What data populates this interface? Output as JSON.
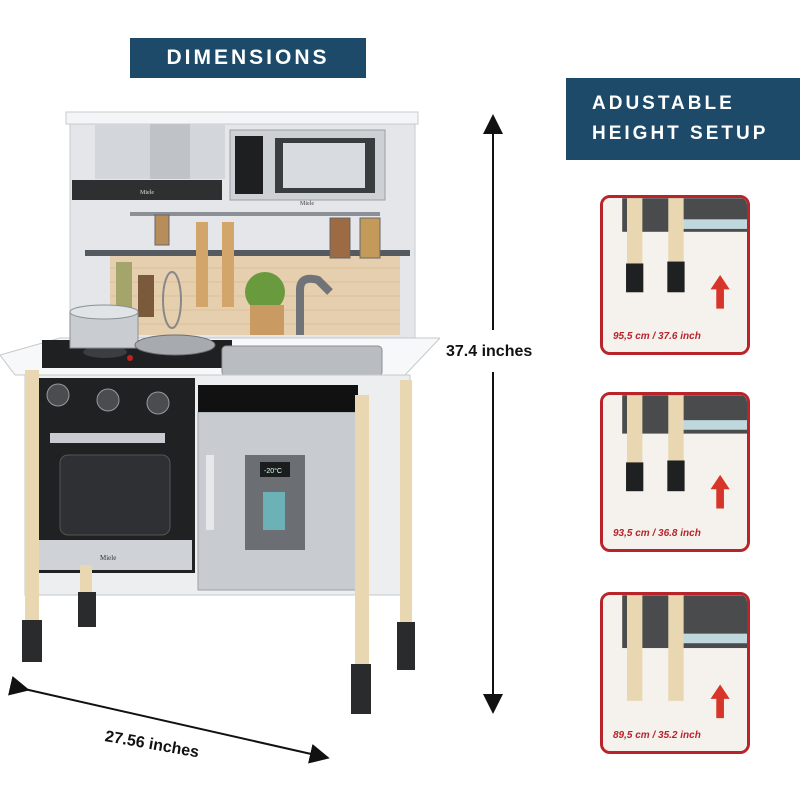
{
  "banners": {
    "dimensions": "DIMENSIONS",
    "adjustable_line1": "ADUSTABLE",
    "adjustable_line2": "HEIGHT SETUP"
  },
  "measurements": {
    "height": "37.4 inches",
    "width": "27.56 inches"
  },
  "brand": "Miele",
  "oven_display": "-20°C",
  "height_settings": [
    {
      "label": "95,5 cm / 37.6 inch"
    },
    {
      "label": "93,5 cm / 36.8 inch"
    },
    {
      "label": "89,5 cm / 35.2 inch"
    }
  ],
  "colors": {
    "banner": "#1c4a68",
    "panel_border": "#b8242a",
    "arrow_red": "#d8352a"
  }
}
